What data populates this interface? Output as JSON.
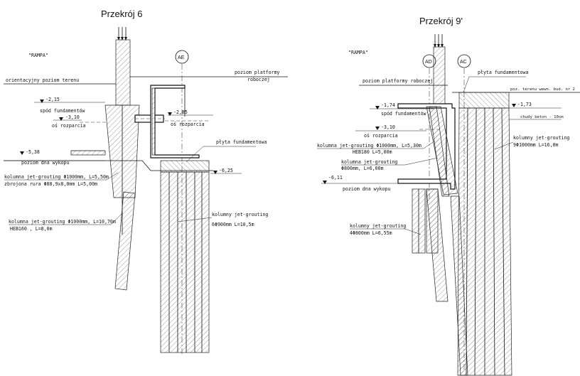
{
  "left_section": {
    "title": "Przekrój 6",
    "rampa": "\"RAMPA\"",
    "axis_label": "AE",
    "labels": {
      "terrain": "orientacyjny poziom terenu",
      "platform_1": "poziom platformy",
      "platform_2": "roboczej",
      "foundation_bottom": "spód fundamentów",
      "strut_axis_left": "oś rozparcia",
      "strut_axis_right": "oś rozparcia",
      "slab": "płyta fundamentowa",
      "excavation": "poziom dna wykopu",
      "column_jet_1": "kolumna jet-grouting Φ1000mm, L=5,50m",
      "pipe": "zbrojona rura Φ88,9x8,0mm  L=5,00m",
      "column_jet_2": "kolumna jet-grouting Φ1000mm, L=10,70m",
      "heb_1": "HEB160 , L=8,0m",
      "columns_1": "kolumny jet-grouting",
      "columns_2": "6Φ900mm L=10,5m"
    },
    "levels": {
      "l1": "-2,15",
      "l2": "-3,10",
      "l3": "-2,85",
      "l4": "-5,38",
      "l5": "-6,25"
    }
  },
  "right_section": {
    "title": "Przekrój 9'",
    "rampa": "\"RAMPA\"",
    "axis_label_1": "AD",
    "axis_label_2": "AC",
    "labels": {
      "slab": "płyta fundamentowa",
      "platform": "poziom platformy roboczej",
      "terrain_inner": "poz. terenu wewn. bud. nr 2",
      "foundation_bottom": "spód fundamentów",
      "lean_concrete": "chudy beton - 10cm",
      "strut_axis": "oś rozparcia",
      "column_jet_1": "kolumna jet-grouting Φ1000mm, L=5,30m",
      "heb_1": "HEB180  L=5,00m",
      "column_jet_2a": "kolumna jet-grouting",
      "column_jet_2b": "Φ800mm, L=6,00m",
      "columns_r1": "kolumny jet-grouting",
      "columns_r2": "9Φ1000mm L=16,0m",
      "excavation": "poziom dna wykopu",
      "columns_l1": "kolumny jet-grouting",
      "columns_l2": "4Φ800mm L=6,55m"
    },
    "levels": {
      "l1": "-1,74",
      "l2": "-3,10",
      "l3": "-1,73",
      "l4": "-6,11"
    }
  }
}
